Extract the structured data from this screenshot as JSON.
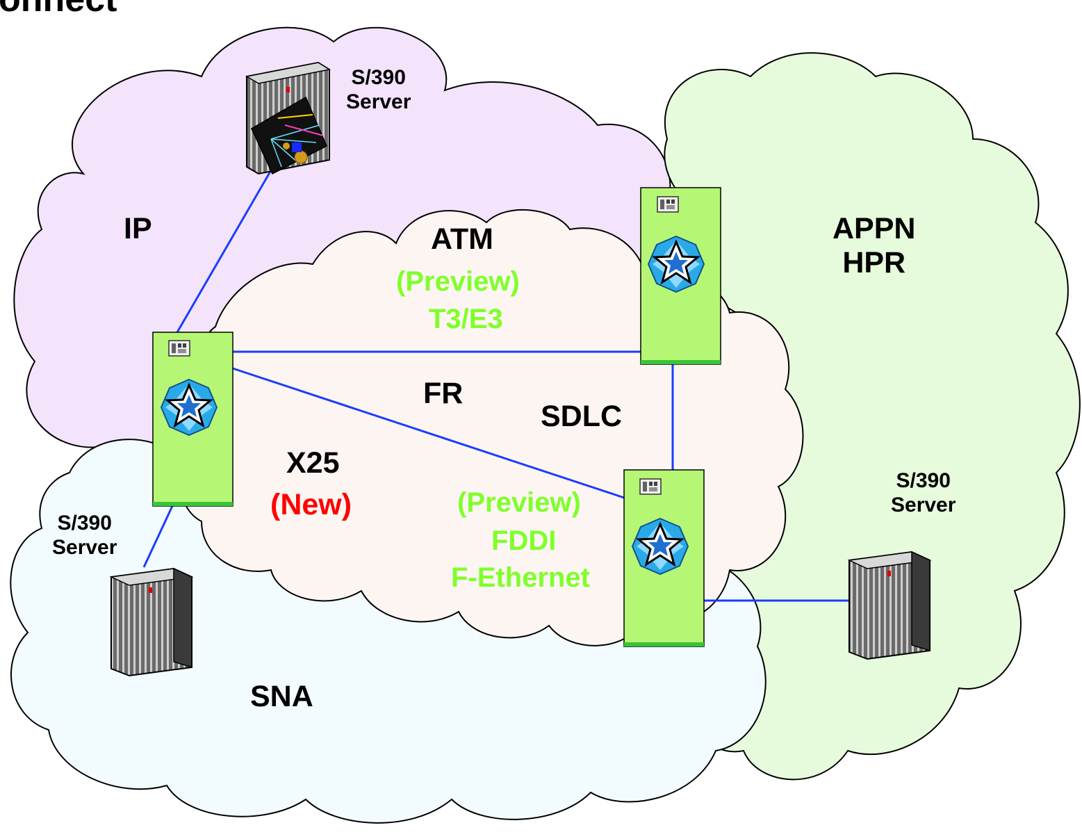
{
  "title_fragment": "onnect",
  "clouds": {
    "ip": {
      "label": "IP",
      "fill": "#f3e3fb"
    },
    "appn": {
      "line1": "APPN",
      "line2": "HPR",
      "fill": "#e6fadc"
    },
    "sna": {
      "label": "SNA",
      "fill": "#f2fbfd"
    },
    "wan": {
      "fill": "#fdf5f2"
    }
  },
  "protocols": {
    "atm": "ATM",
    "atm_preview": "(Preview)",
    "t3e3": "T3/E3",
    "fr": "FR",
    "sdlc": "SDLC",
    "x25": "X25",
    "x25_new": "(New)",
    "lan_preview": "(Preview)",
    "fddi": "FDDI",
    "fethernet": "F-Ethernet"
  },
  "servers": {
    "top": {
      "line1": "S/390",
      "line2": "Server"
    },
    "left": {
      "line1": "S/390",
      "line2": "Server"
    },
    "right": {
      "line1": "S/390",
      "line2": "Server"
    }
  },
  "colors": {
    "link": "#1a3cff",
    "node": "#b5f774",
    "preview_text": "#7fff2a",
    "new_text": "#ff0000"
  }
}
